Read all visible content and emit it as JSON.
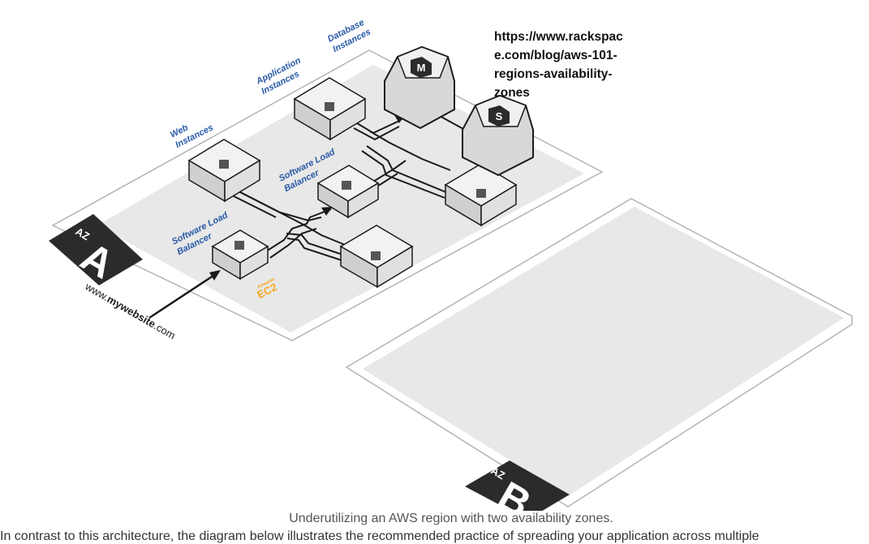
{
  "url_note": {
    "lines": [
      "https://www.rackspac",
      "e.com/blog/aws-101-",
      "regions-availability-",
      "zones"
    ]
  },
  "diagram": {
    "az_a": {
      "prefix": "AZ",
      "letter": "A"
    },
    "az_b": {
      "prefix": "AZ",
      "letter": "B"
    },
    "labels": {
      "web": [
        "Web",
        "Instances"
      ],
      "app": [
        "Application",
        "Instances"
      ],
      "db": [
        "Database",
        "Instances"
      ],
      "slb_app": [
        "Software Load",
        "Balancer"
      ],
      "slb_web": [
        "Software Load",
        "Balancer"
      ]
    },
    "ec2": {
      "top": "Amazon",
      "bottom": "EC2"
    },
    "entry_url": {
      "prefix": "www.",
      "bold": "mywebsite",
      "suffix": ".com"
    },
    "db_master_letter": "M",
    "db_slave_letter": "S"
  },
  "caption": "Underutilizing an AWS region with two availability zones.",
  "body_text_partial": "In contrast to this architecture, the diagram below illustrates the recommended practice of spreading your application across multiple"
}
